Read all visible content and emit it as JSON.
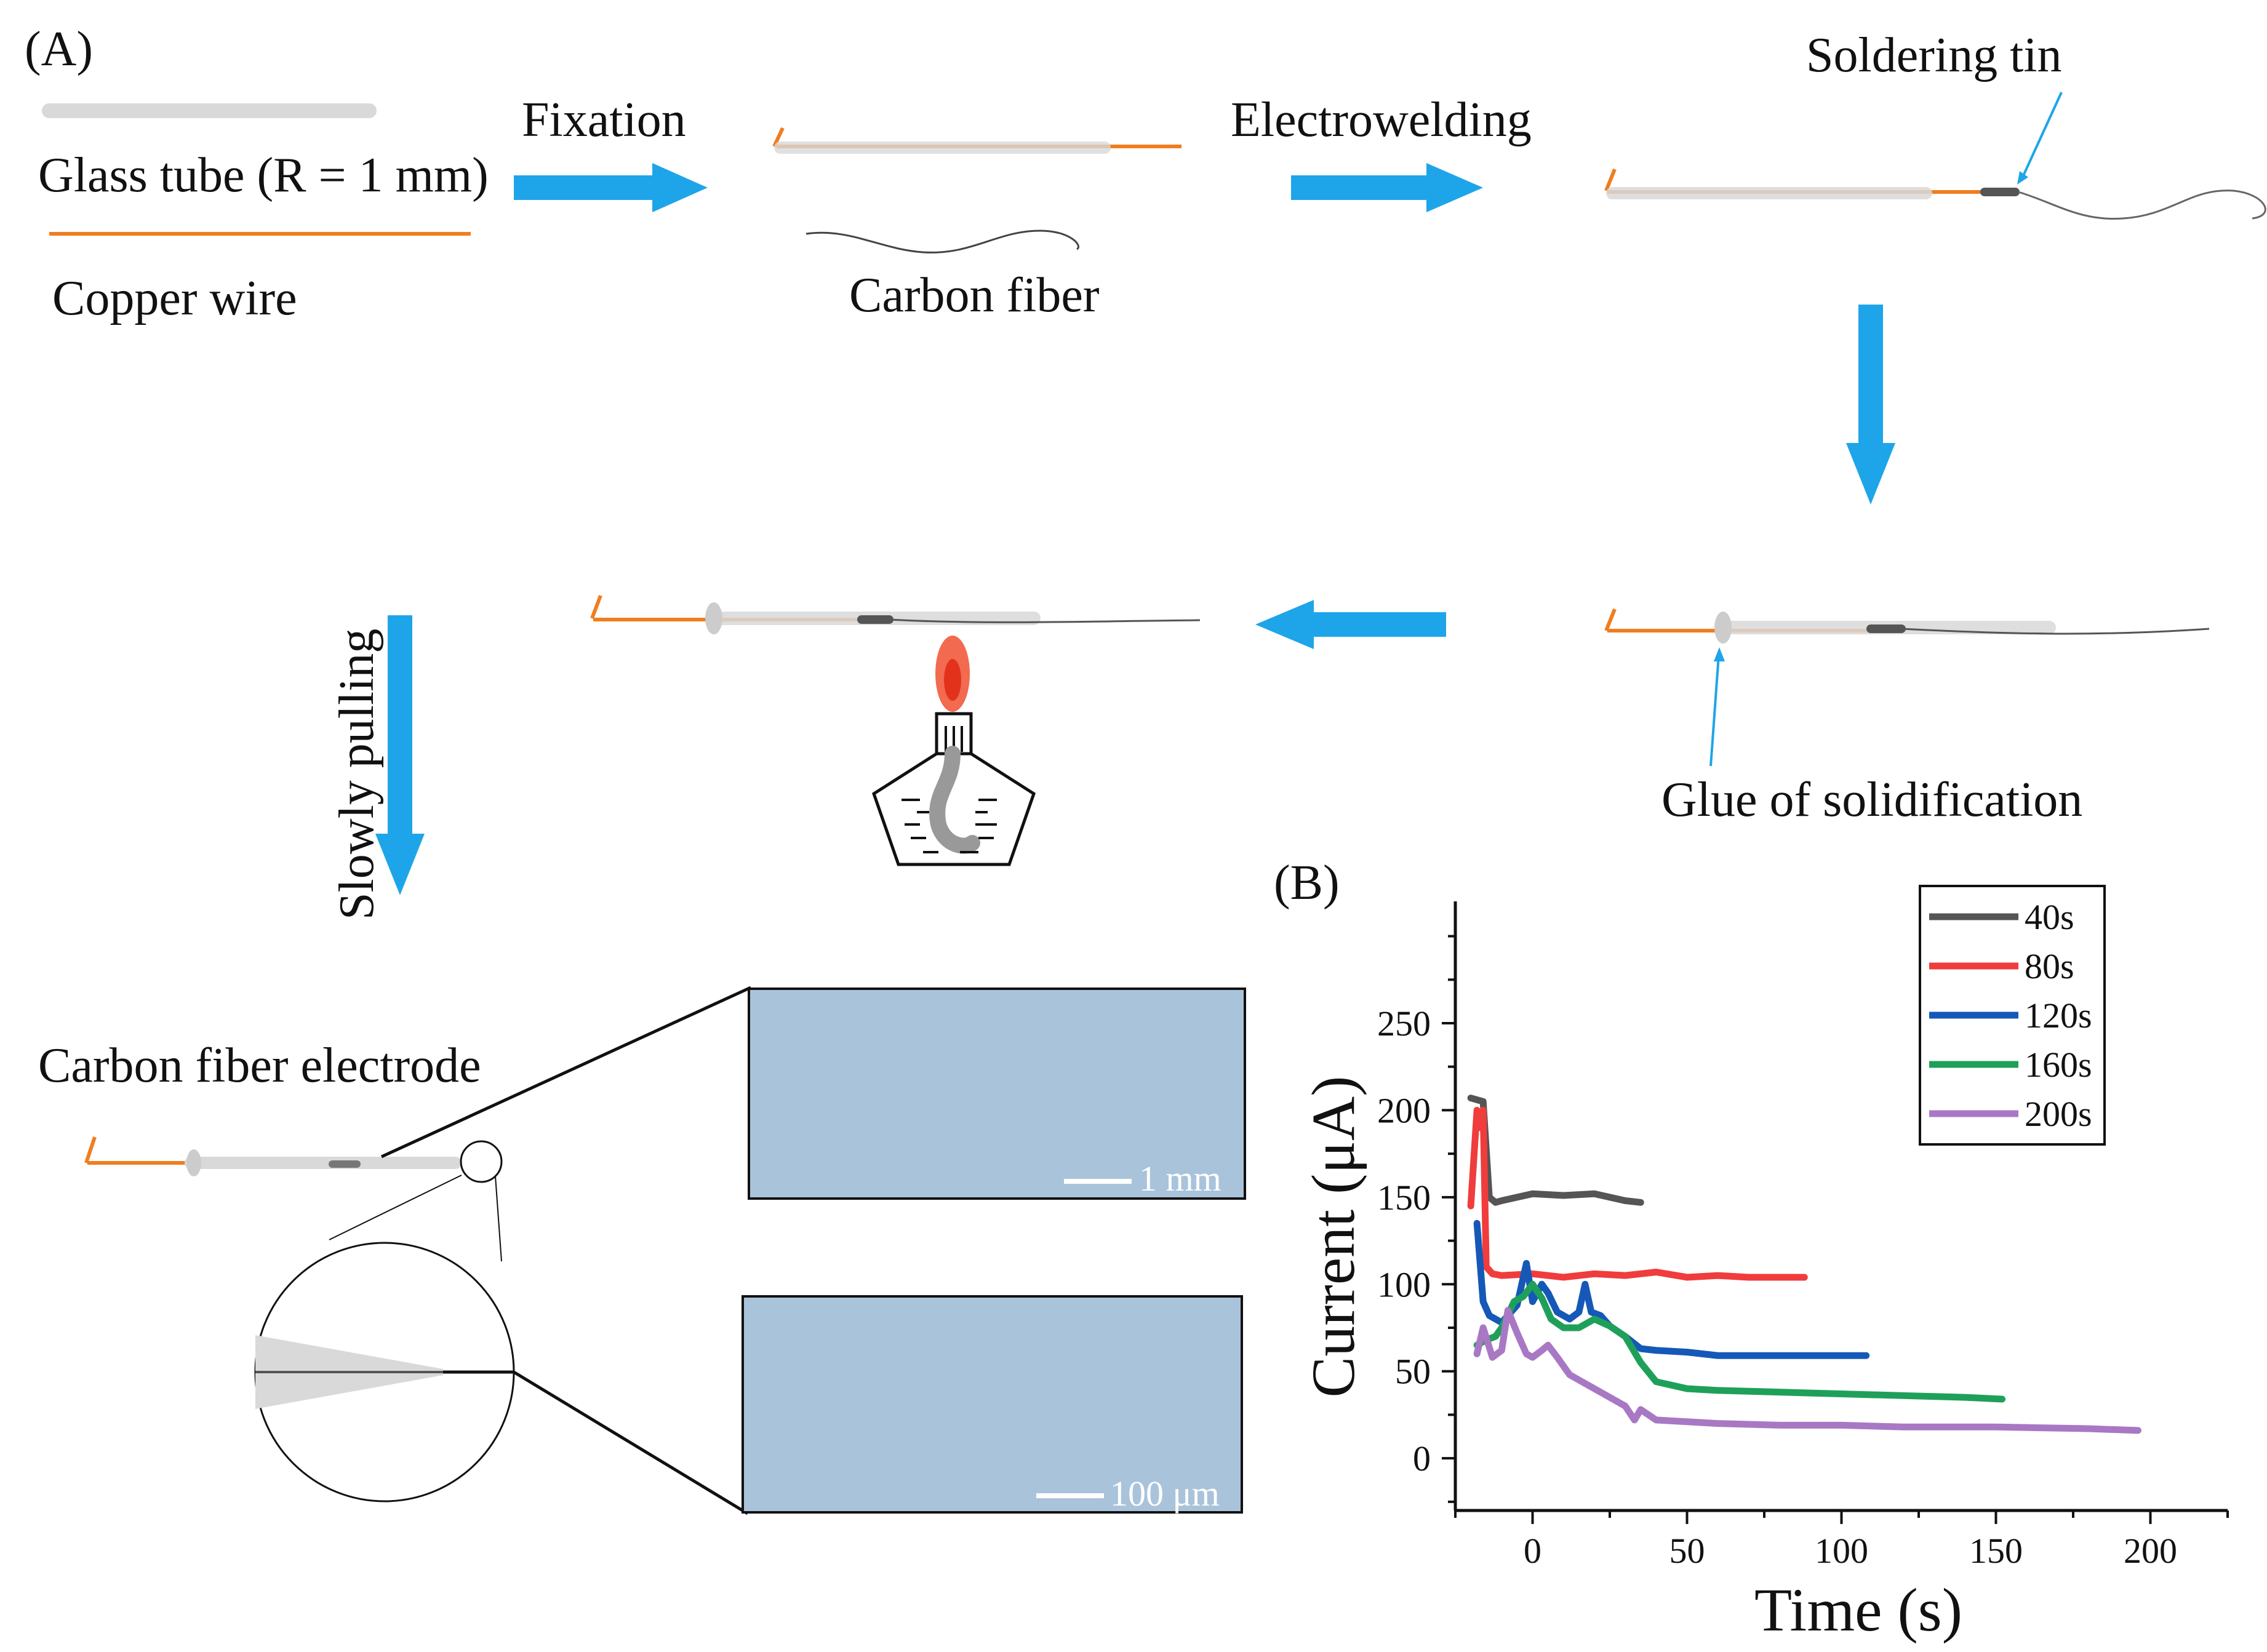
{
  "panel_a": {
    "label": "(A)",
    "glass_tube": "Glass tube (R = 1 mm)",
    "copper_wire": "Copper wire",
    "fixation": "Fixation",
    "carbon_fiber": "Carbon fiber",
    "electrowelding": "Electrowelding",
    "soldering_tin": "Soldering tin",
    "glue": "Glue of solidification",
    "slowly_pulling": "Slowly pulling",
    "electrode": "Carbon fiber electrode",
    "scale_1": "1 mm",
    "scale_2": "100 μm"
  },
  "colors": {
    "arrow": "#1ea5e9",
    "copper": "#f07d1f",
    "glass": "#d9d9d9",
    "tin": "#555555",
    "photo_bg": "#a9c3da"
  },
  "panel_b": {
    "label": "(B)"
  },
  "chart_data": {
    "type": "line",
    "xlabel": "Time (s)",
    "ylabel": "Current (μA)",
    "xlim": [
      -25,
      225
    ],
    "ylim": [
      -30,
      320
    ],
    "xticks": [
      0,
      50,
      100,
      150,
      200
    ],
    "yticks": [
      0,
      50,
      100,
      150,
      200,
      250
    ],
    "legend_position": "top-right",
    "series": [
      {
        "name": "40s",
        "color": "#555555",
        "x": [
          -20,
          -16,
          -14,
          -12,
          -10,
          -5,
          0,
          10,
          20,
          30,
          35
        ],
        "y": [
          207,
          205,
          150,
          147,
          148,
          150,
          152,
          151,
          152,
          148,
          147
        ]
      },
      {
        "name": "80s",
        "color": "#f03c3c",
        "x": [
          -20,
          -18,
          -17,
          -16,
          -15,
          -13,
          -10,
          0,
          10,
          20,
          30,
          40,
          50,
          60,
          70,
          80,
          88
        ],
        "y": [
          145,
          200,
          190,
          200,
          110,
          106,
          105,
          106,
          104,
          106,
          105,
          107,
          104,
          105,
          104,
          104,
          104
        ]
      },
      {
        "name": "120s",
        "color": "#1558b8",
        "x": [
          -18,
          -16,
          -14,
          -10,
          -5,
          -2,
          0,
          3,
          5,
          8,
          12,
          15,
          17,
          19,
          22,
          25,
          30,
          35,
          40,
          50,
          60,
          80,
          100,
          108
        ],
        "y": [
          135,
          90,
          82,
          78,
          88,
          112,
          90,
          100,
          95,
          84,
          80,
          84,
          100,
          84,
          82,
          76,
          70,
          63,
          62,
          61,
          59,
          59,
          59,
          59
        ]
      },
      {
        "name": "160s",
        "color": "#1fa05a",
        "x": [
          -18,
          -15,
          -12,
          -10,
          -6,
          -3,
          0,
          3,
          6,
          10,
          15,
          20,
          25,
          30,
          35,
          40,
          50,
          60,
          80,
          100,
          120,
          140,
          152
        ],
        "y": [
          65,
          68,
          70,
          75,
          90,
          93,
          100,
          92,
          80,
          75,
          75,
          80,
          76,
          70,
          55,
          44,
          40,
          39,
          38,
          37,
          36,
          35,
          34
        ]
      },
      {
        "name": "200s",
        "color": "#a878c4",
        "x": [
          -18,
          -16,
          -13,
          -10,
          -8,
          -5,
          -2,
          0,
          3,
          5,
          8,
          12,
          15,
          20,
          25,
          30,
          33,
          35,
          40,
          50,
          60,
          80,
          100,
          120,
          150,
          180,
          196
        ],
        "y": [
          60,
          75,
          58,
          62,
          85,
          72,
          60,
          58,
          62,
          65,
          58,
          48,
          45,
          40,
          35,
          30,
          22,
          28,
          22,
          21,
          20,
          19,
          19,
          18,
          18,
          17,
          16
        ]
      }
    ]
  }
}
